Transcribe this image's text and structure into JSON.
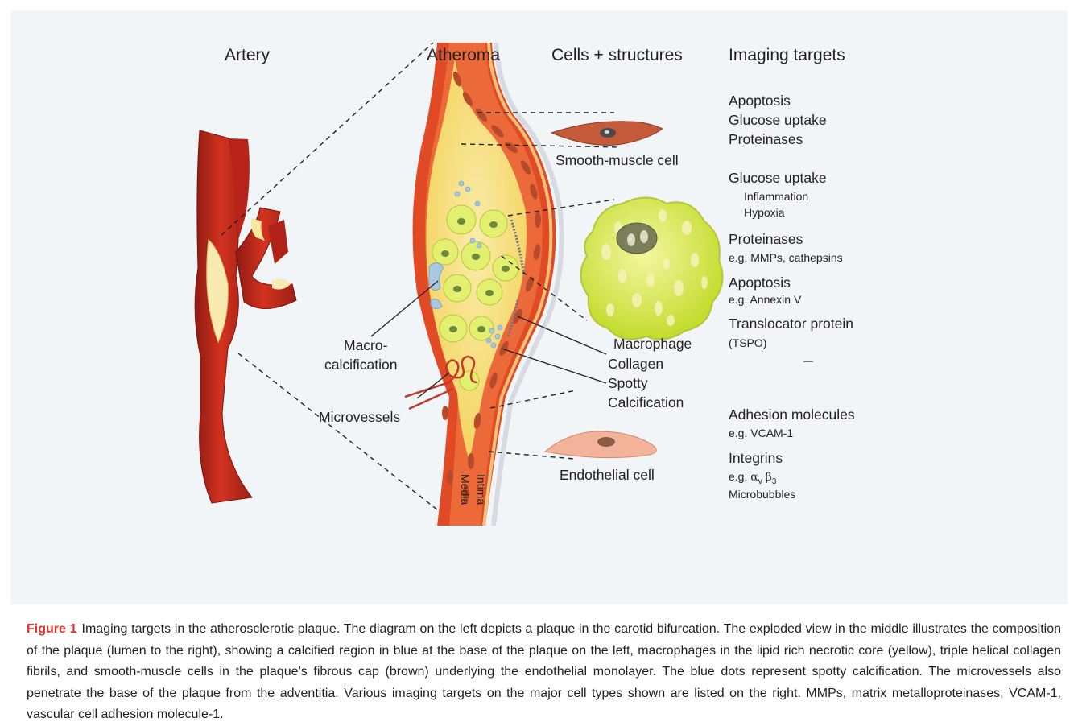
{
  "columns": {
    "artery": "Artery",
    "atheroma": "Atheroma",
    "cells": "Cells + structures",
    "targets": "Imaging targets"
  },
  "diagram_labels": {
    "smooth_muscle_cell": "Smooth-muscle cell",
    "macrophage": "Macrophage",
    "collagen": "Collagen",
    "spotty_calcification": [
      "Spotty",
      "Calcification"
    ],
    "macro_calcification": [
      "Macro-",
      "calcification"
    ],
    "microvessels": "Microvessels",
    "endothelial_cell": "Endothelial cell",
    "intima": "Intima",
    "media": "Media"
  },
  "imaging_targets": {
    "smc": [
      "Apoptosis",
      "Glucose uptake",
      "Proteinases"
    ],
    "macrophage_glucose": "Glucose uptake",
    "macrophage_glucose_sub": [
      "Inflammation",
      "Hypoxia"
    ],
    "proteinases": "Proteinases",
    "proteinases_eg": "e.g. MMPs, cathepsins",
    "apoptosis": "Apoptosis",
    "apoptosis_eg": "e.g. Annexin",
    "annexin_numeral": "V",
    "tspo": "Translocator protein",
    "tspo_abbr": "(TSPO)",
    "adhesion": "Adhesion molecules",
    "adhesion_eg": "e.g. VCAM-1",
    "integrins": "Integrins",
    "integrins_eg_prefix": "e.g.",
    "integrins_alpha": "α",
    "integrins_v": "v",
    "integrins_beta": "β",
    "integrins_3": "3",
    "microbubbles": "Microbubbles"
  },
  "caption": {
    "figure_label": "Figure 1",
    "text": "Imaging targets in the atherosclerotic plaque. The diagram on the left depicts a plaque in the carotid bifurcation. The exploded view in the middle illustrates the composition of the plaque (lumen to the right), showing a calcified region in blue at the base of the plaque on the left, macrophages in the lipid rich necrotic core (yellow), triple helical collagen fibrils, and smooth-muscle cells in the plaque’s fibrous cap (brown) underlying the endothelial monolayer. The blue dots represent spotty calcification. The microvessels also penetrate the base of the plaque from the adventitia. Various imaging targets on the major cell types shown are listed on the right. MMPs, matrix metalloproteinases; VCAM-1, vascular cell adhesion molecule-1."
  },
  "colors": {
    "panel_bg": "#f2f5f8",
    "artery_red": "#c8281e",
    "artery_dark": "#8e1a12",
    "plaque_yellow": "#f7e07a",
    "core_yellow": "#f4d65a",
    "macrophage_green": "#d9ec52",
    "smc_brown": "#c55a3a",
    "endothelial_pink": "#f2b39a",
    "calcification_blue": "#a9c9e3",
    "figure_label_red": "#e2322d"
  }
}
